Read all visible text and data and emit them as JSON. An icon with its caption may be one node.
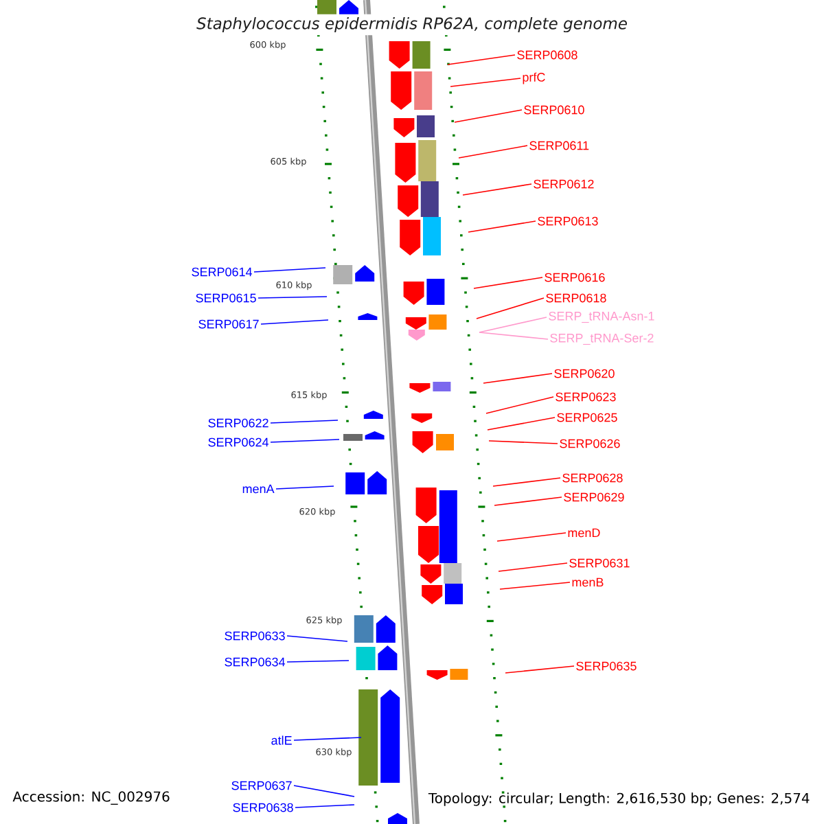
{
  "diagram": {
    "title": "*Staphylococcus epidermidis* RP62A, complete genome",
    "nodes": [
      {
        "text": [
          "SERP0608"
        ]
      },
      {
        "text": [
          "prfC"
        ]
      },
      {
        "text": [
          "SERP0610"
        ]
      },
      {
        "text": [
          "SERP0611"
        ]
      },
      {
        "text": [
          "SERP0612"
        ]
      },
      {
        "text": [
          "SERP0613"
        ]
      },
      {
        "text": [
          "SERP0614"
        ]
      },
      {
        "text": [
          "SERP0616"
        ]
      },
      {
        "text": [
          "SERP0615"
        ]
      },
      {
        "text": [
          "SERP0618"
        ]
      },
      {
        "text": [
          "SERP_tRNA-Asn-1"
        ]
      },
      {
        "text": [
          "SERP0617"
        ]
      },
      {
        "text": [
          "SERP_tRNA-Ser-2"
        ]
      },
      {
        "text": [
          "SERP0620"
        ]
      },
      {
        "text": [
          "SERP0623"
        ]
      },
      {
        "text": [
          "SERP0625"
        ]
      },
      {
        "text": [
          "SERP0622"
        ]
      },
      {
        "text": [
          "SERP0624"
        ]
      },
      {
        "text": [
          "SERP0626"
        ]
      },
      {
        "text": [
          "SERP0628"
        ]
      },
      {
        "text": [
          "SERP0629"
        ]
      },
      {
        "text": [
          "menA"
        ]
      },
      {
        "text": [
          "menD"
        ]
      },
      {
        "text": [
          "SERP0631"
        ]
      },
      {
        "text": [
          "menB"
        ]
      },
      {
        "text": [
          "SERP0633"
        ]
      },
      {
        "text": [
          "SERP0634"
        ]
      },
      {
        "text": [
          "SERP0635"
        ]
      },
      {
        "text": [
          "atlE"
        ]
      },
      {
        "text": [
          "SERP0637"
        ]
      },
      {
        "text": [
          "SERP0638"
        ]
      }
    ],
    "edges": [
      {
        "from": 0,
        "to": null,
        "arrow": "none"
      },
      {
        "from": 1,
        "to": null,
        "arrow": "none"
      },
      {
        "from": 2,
        "to": null,
        "arrow": "none"
      },
      {
        "from": 3,
        "to": null,
        "arrow": "none"
      },
      {
        "from": 4,
        "to": null,
        "arrow": "none"
      },
      {
        "from": 5,
        "to": null,
        "arrow": "none"
      },
      {
        "from": 6,
        "to": null,
        "arrow": "none",
        "color": "#0000ff"
      },
      {
        "from": 7,
        "to": null,
        "arrow": "none"
      },
      {
        "from": 8,
        "to": null,
        "arrow": "none",
        "color": "#0000ff"
      },
      {
        "from": 9,
        "to": null,
        "arrow": "none"
      },
      {
        "from": 10,
        "to": null,
        "arrow": "none",
        "color": "#ff99cc"
      },
      {
        "from": 11,
        "to": null,
        "arrow": "none",
        "color": "#0000ff"
      },
      {
        "from": 12,
        "to": null,
        "arrow": "none",
        "color": "#ff99cc"
      },
      {
        "from": 13,
        "to": null,
        "arrow": "none"
      },
      {
        "from": 14,
        "to": null,
        "arrow": "none"
      },
      {
        "from": 15,
        "to": null,
        "arrow": "none"
      },
      {
        "from": 16,
        "to": null,
        "arrow": "none",
        "color": "#0000ff"
      },
      {
        "from": 17,
        "to": null,
        "arrow": "none",
        "color": "#0000ff"
      },
      {
        "from": 18,
        "to": null,
        "arrow": "none"
      },
      {
        "from": 19,
        "to": null,
        "arrow": "none"
      },
      {
        "from": 20,
        "to": null,
        "arrow": "none"
      },
      {
        "from": 21,
        "to": null,
        "arrow": "none",
        "color": "#0000ff"
      },
      {
        "from": 22,
        "to": null,
        "arrow": "none"
      },
      {
        "from": 23,
        "to": null,
        "arrow": "none"
      },
      {
        "from": 24,
        "to": null,
        "arrow": "none"
      },
      {
        "from": 25,
        "to": null,
        "arrow": "none",
        "color": "#0000ff"
      },
      {
        "from": 26,
        "to": null,
        "arrow": "none",
        "color": "#0000ff"
      },
      {
        "from": 27,
        "to": null,
        "arrow": "none"
      },
      {
        "from": 28,
        "to": null,
        "arrow": "none",
        "color": "#0000ff"
      },
      {
        "from": 29,
        "to": null,
        "arrow": "none",
        "color": "#0000ff"
      },
      {
        "from": 30,
        "to": null,
        "arrow": "none",
        "color": "#0000ff"
      }
    ],
    "labels": [
      "600 kbp",
      "605 kbp",
      "610 kbp",
      "615 kbp",
      "620 kbp",
      "625 kbp",
      "630 kbp",
      "Accession: NC_002976",
      "Topology: circular; Length: 2,616,530 bp; Genes: 2,574"
    ]
  }
}
